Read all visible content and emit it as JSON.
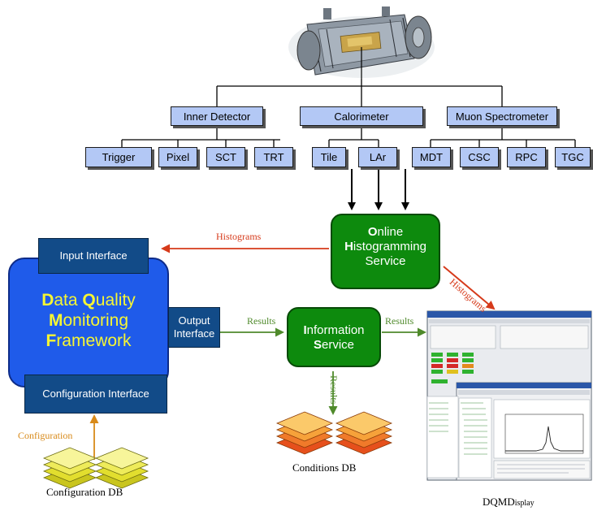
{
  "detector_tree": {
    "groups": [
      "Inner Detector",
      "Calorimeter",
      "Muon Spectrometer"
    ],
    "subsystems": [
      "Trigger",
      "Pixel",
      "SCT",
      "TRT",
      "Tile",
      "LAr",
      "MDT",
      "CSC",
      "RPC",
      "TGC"
    ]
  },
  "ohs": {
    "line1_initial": "O",
    "line1_rest": "nline",
    "line2_initial": "H",
    "line2_rest": "istogramming",
    "line3": "Service"
  },
  "is": {
    "line1_initial": "I",
    "line1_rest": "nformation",
    "line2_initial": "S",
    "line2_rest": "ervice"
  },
  "dqmf": {
    "line1_a_initial": "D",
    "line1_a_rest": "ata",
    "line1_b_initial": "Q",
    "line1_b_rest": "uality",
    "line2_initial": "M",
    "line2_rest": "onitoring",
    "line3_initial": "F",
    "line3_rest": "ramework"
  },
  "interfaces": {
    "input": "Input Interface",
    "output_line1": "Output",
    "output_line2": "Interface",
    "configuration": "Configuration Interface"
  },
  "flow_labels": {
    "histograms_left": "Histograms",
    "histograms_diag": "Histograms",
    "results_output": "Results",
    "results_is": "Results",
    "results_down": "Results",
    "configuration": "Configuration"
  },
  "captions": {
    "conditions_db": "Conditions DB",
    "configuration_db": "Configuration DB",
    "dqmd_main": "DQMD",
    "dqmd_sub": "isplay"
  },
  "colors": {
    "detector_box": "#b3c8f5",
    "service_green": "#0d8a0d",
    "dqmf_blue": "#1f5bea",
    "interface_navy": "#124b88",
    "dqmf_text": "#f6f633",
    "histogram_arrow": "#d63a1a",
    "results_arrow": "#4f8a2b",
    "configuration_arrow": "#d88a1a"
  }
}
